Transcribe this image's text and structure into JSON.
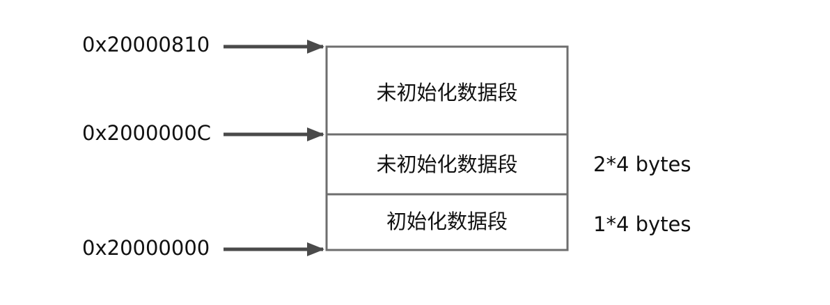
{
  "addresses": [
    {
      "label": "0x20000810"
    },
    {
      "label": "0x2000000C"
    },
    {
      "label": "0x20000000"
    }
  ],
  "segments": [
    {
      "label": "未初始化数据段",
      "size": ""
    },
    {
      "label": "未初始化数据段",
      "size": "2*4 bytes"
    },
    {
      "label": "初始化数据段",
      "size": "1*4 bytes"
    }
  ],
  "colors": {
    "arrow": "#4a4a4a",
    "box_border": "#6e6e6e",
    "text": "#111111"
  }
}
